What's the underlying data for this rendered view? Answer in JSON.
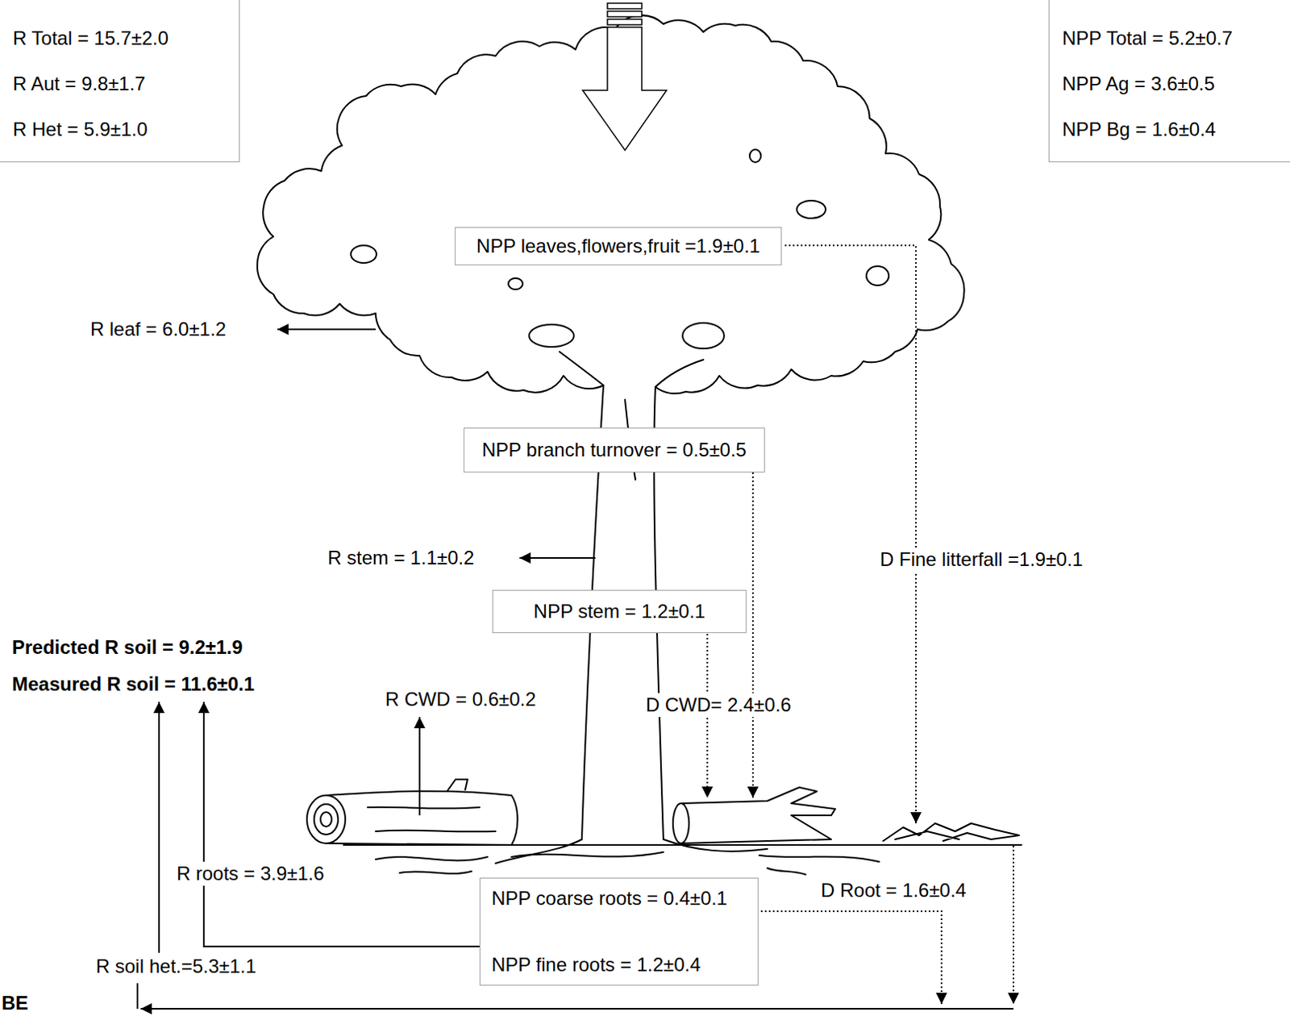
{
  "diagram": {
    "nodes": [
      {
        "text": [
          "R Total = 15.7±2.0",
          "R Aut = 9.8±1.7",
          "R Het = 5.9±1.0"
        ]
      },
      {
        "text": [
          "NPP Total = 5.2±0.7",
          "NPP Ag = 3.6±0.5",
          "NPP Bg = 1.6±0.4"
        ]
      },
      {
        "text": [
          "NPP leaves,flowers,fruit =1.9±0.1"
        ]
      },
      {
        "text": [
          "NPP branch turnover = 0.5±0.5"
        ]
      },
      {
        "text": [
          "NPP stem = 1.2±0.1"
        ]
      },
      {
        "text": [
          "NPP coarse roots = 0.4±0.1",
          "NPP fine roots = 1.2±0.4"
        ]
      }
    ],
    "labels": [
      "R leaf = 6.0±1.2",
      "R stem = 1.1±0.2",
      "D Fine litterfall =1.9±0.1",
      "Predicted R soil = 9.2±1.9",
      "Measured R soil = 11.6±0.1",
      "R CWD = 0.6±0.2",
      "D CWD= 2.4±0.6",
      "R roots = 3.9±1.6",
      "D Root = 1.6±0.4",
      "R soil het.=5.3±1.1",
      "BE"
    ]
  }
}
